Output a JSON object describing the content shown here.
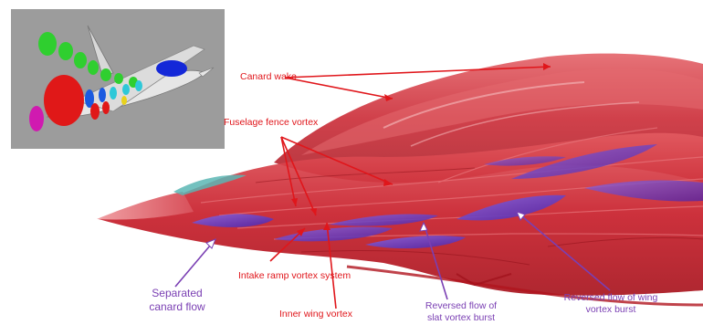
{
  "labels": {
    "canard_wake": "Canard wake",
    "fuselage_fence_vortex": "Fuselage fence vortex",
    "separated_canard_flow_line1": "Separated",
    "separated_canard_flow_line2": "canard flow",
    "intake_ramp_vortex_system": "Intake ramp vortex system",
    "inner_wing_vortex": "Inner wing vortex",
    "reversed_flow_slat_line1": "Reversed flow of",
    "reversed_flow_slat_line2": "slat vortex burst",
    "reversed_flow_wing_line1": "Reversed flow of wing",
    "reversed_flow_wing_line2": "vortex burst"
  },
  "colors": {
    "red_label": "#e0161b",
    "purple_label": "#7a3fb3",
    "vortex_red": "#c8202a",
    "burst_purple": "#6a3cc8",
    "inset_background": "#9c9c9c"
  }
}
